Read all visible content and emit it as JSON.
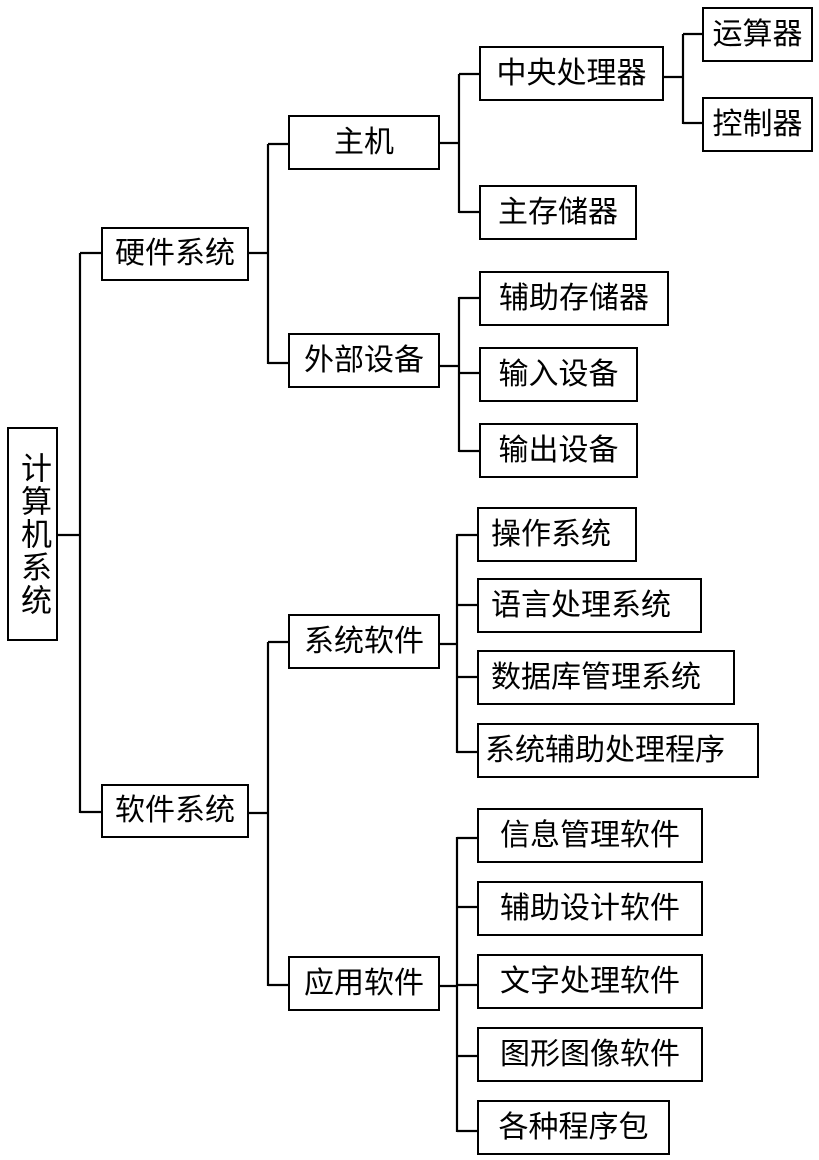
{
  "diagram": {
    "title": "计算机系统",
    "root": {
      "id": "root",
      "label": "计算机系统",
      "children": [
        {
          "id": "hardware",
          "label": "硬件系统",
          "children": [
            {
              "id": "host",
              "label": "主机",
              "children": [
                {
                  "id": "cpu",
                  "label": "中央处理器",
                  "children": [
                    {
                      "id": "alu",
                      "label": "运算器"
                    },
                    {
                      "id": "controller",
                      "label": "控制器"
                    }
                  ]
                },
                {
                  "id": "main-memory",
                  "label": "主存储器"
                }
              ]
            },
            {
              "id": "peripherals",
              "label": "外部设备",
              "children": [
                {
                  "id": "aux-storage",
                  "label": "辅助存储器"
                },
                {
                  "id": "input-devices",
                  "label": "输入设备"
                },
                {
                  "id": "output-devices",
                  "label": "输出设备"
                }
              ]
            }
          ]
        },
        {
          "id": "software",
          "label": "软件系统",
          "children": [
            {
              "id": "system-software",
              "label": "系统软件",
              "children": [
                {
                  "id": "os",
                  "label": "操作系统"
                },
                {
                  "id": "language-processing",
                  "label": "语言处理系统"
                },
                {
                  "id": "dbms",
                  "label": "数据库管理系统"
                },
                {
                  "id": "system-utilities",
                  "label": "系统辅助处理程序"
                }
              ]
            },
            {
              "id": "application-software",
              "label": "应用软件",
              "children": [
                {
                  "id": "info-management",
                  "label": "信息管理软件"
                },
                {
                  "id": "cad",
                  "label": "辅助设计软件"
                },
                {
                  "id": "word-processing",
                  "label": "文字处理软件"
                },
                {
                  "id": "graphics",
                  "label": "图形图像软件"
                },
                {
                  "id": "program-packages",
                  "label": "各种程序包"
                }
              ]
            }
          ]
        }
      ]
    }
  },
  "labels": {
    "root": "计算机系统",
    "hardware": "硬件系统",
    "software": "软件系统",
    "host": "主机",
    "peripherals": "外部设备",
    "system_software": "系统软件",
    "application_software": "应用软件",
    "cpu": "中央处理器",
    "main_memory": "主存储器",
    "alu": "运算器",
    "controller": "控制器",
    "aux_storage": "辅助存储器",
    "input_devices": "输入设备",
    "output_devices": "输出设备",
    "os": "操作系统",
    "language_processing": "语言处理系统",
    "dbms": "数据库管理系统",
    "system_utilities": "系统辅助处理程序",
    "info_management": "信息管理软件",
    "cad": "辅助设计软件",
    "word_processing": "文字处理软件",
    "graphics": "图形图像软件",
    "program_packages": "各种程序包"
  }
}
